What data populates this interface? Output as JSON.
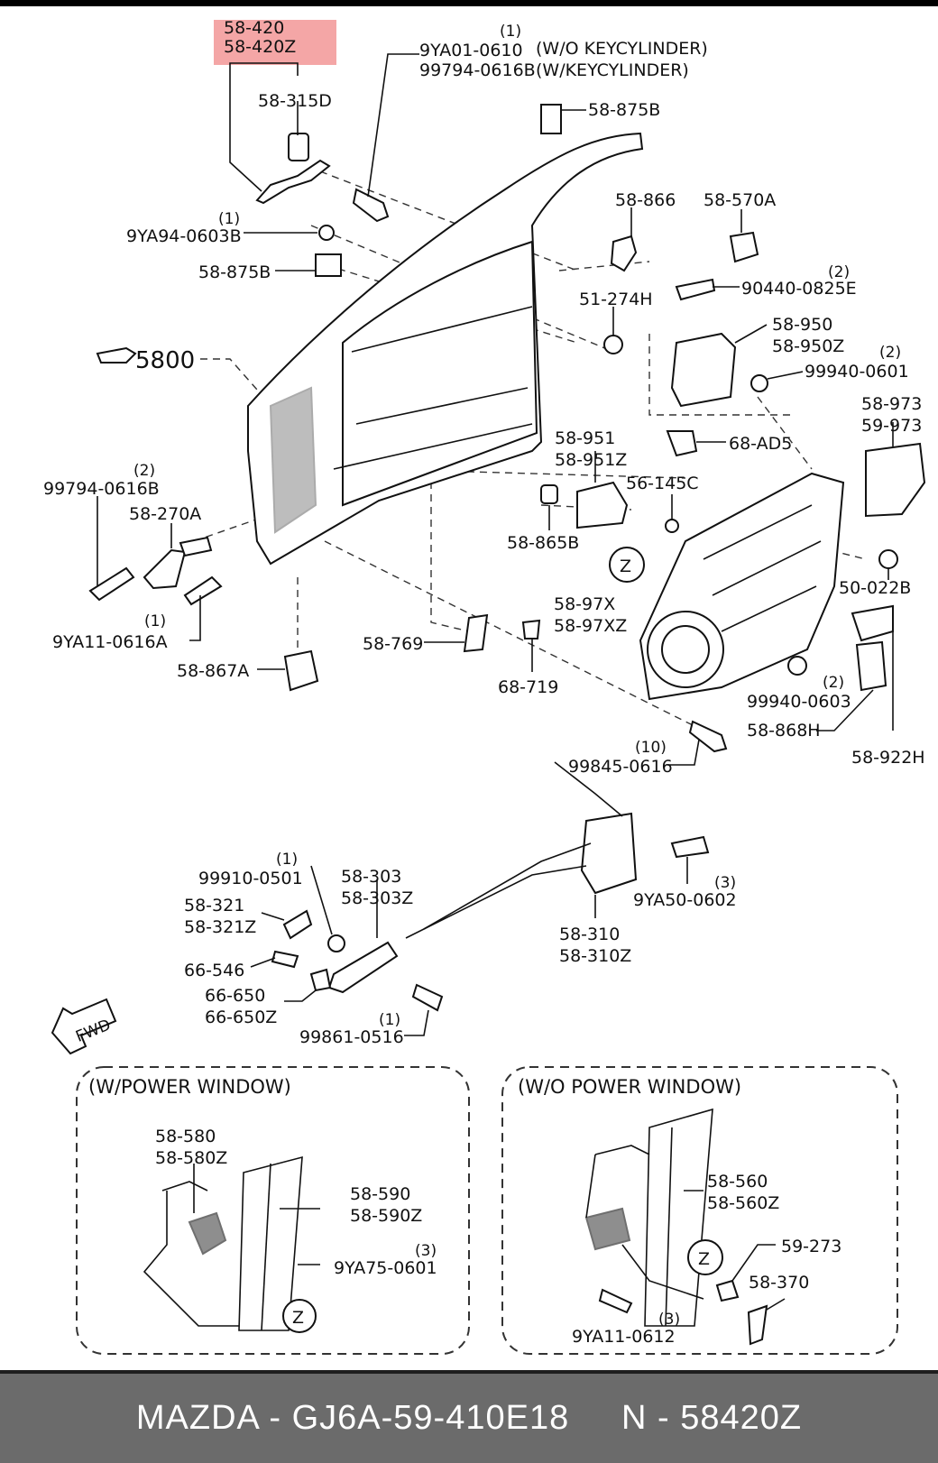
{
  "labels": {
    "p58420": "58-420",
    "p58420z": "58-420Z",
    "p58315d": "58-315D",
    "qty1a": "(1)",
    "p9ya01": "9YA01-0610",
    "wo_key": "(W/O KEYCYLINDER)",
    "p99794_0616b_top": "99794-0616B",
    "w_key": "(W/KEYCYLINDER)",
    "p58875b_top": "58-875B",
    "qty1b": "(1)",
    "p9ya94": "9YA94-0603B",
    "p58875b_left": "58-875B",
    "p58866": "58-866",
    "p58570a": "58-570A",
    "qty2a": "(2)",
    "p90440": "90440-0825E",
    "p51274h": "51-274H",
    "p5800": "5800",
    "p58950": "58-950",
    "p58950z": "58-950Z",
    "qty2b": "(2)",
    "p99940_0601": "99940-0601",
    "p58973": "58-973",
    "p59973": "59-973",
    "p68ad5": "68-AD5",
    "p58951": "58-951",
    "p58951z": "58-951Z",
    "qty2c": "(2)",
    "p99794_0616b_left": "99794-0616B",
    "p58270a": "58-270A",
    "p56145c": "56-145C",
    "p58865b": "58-865B",
    "zone_z": "Z",
    "p50022b": "50-022B",
    "p5897x": "58-97X",
    "p5897xz": "58-97XZ",
    "qty1c": "(1)",
    "p9ya11_0616a": "9YA11-0616A",
    "p58769": "58-769",
    "p68719": "68-719",
    "p58867a": "58-867A",
    "qty2d": "(2)",
    "p99940_0603": "99940-0603",
    "p58868h": "58-868H",
    "p58922h": "58-922H",
    "qty10": "(10)",
    "p99845": "99845-0616",
    "qty1d": "(1)",
    "p99910": "99910-0501",
    "p58303": "58-303",
    "p58303z": "58-303Z",
    "p58321": "58-321",
    "p58321z": "58-321Z",
    "qty3a": "(3)",
    "p9ya50": "9YA50-0602",
    "p66546": "66-546",
    "p66650": "66-650",
    "p66650z": "66-650Z",
    "p58310": "58-310",
    "p58310z": "58-310Z",
    "qty1e": "(1)",
    "p99861": "99861-0516",
    "fwd": "FWD",
    "w_power": "(W/POWER WINDOW)",
    "wo_power": "(W/O POWER WINDOW)",
    "p58580": "58-580",
    "p58580z": "58-580Z",
    "p58590": "58-590",
    "p58590z": "58-590Z",
    "qty3b": "(3)",
    "p9ya75": "9YA75-0601",
    "zone_z2": "Z",
    "p58560": "58-560",
    "p58560z": "58-560Z",
    "p59273": "59-273",
    "p58370": "58-370",
    "zone_z3": "Z",
    "qty3c": "(3)",
    "p9ya11_0612": "9YA11-0612"
  },
  "colors": {
    "highlight": "#f4a6a6",
    "footer_bg": "#6b6b6b"
  },
  "footer": {
    "text": "MAZDA - GJ6A-59-410E18     N - 58420Z"
  }
}
